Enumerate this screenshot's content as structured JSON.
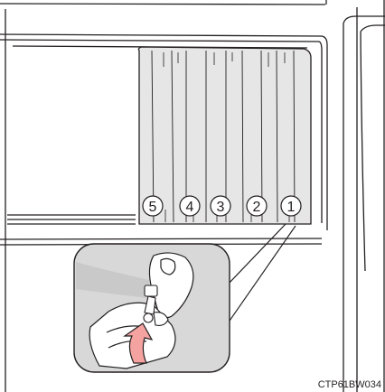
{
  "figure": {
    "panel_labels": [
      "5",
      "4",
      "3",
      "2",
      "1"
    ],
    "reference_code": "CTP61BW034",
    "colors": {
      "line": "#231f20",
      "curtain_fill": "#e6e6e6",
      "inset_fill": "#d8d8d8",
      "arrow_fill": "#f4a3a0"
    },
    "arrow_icon": "curved-arrow-icon"
  }
}
